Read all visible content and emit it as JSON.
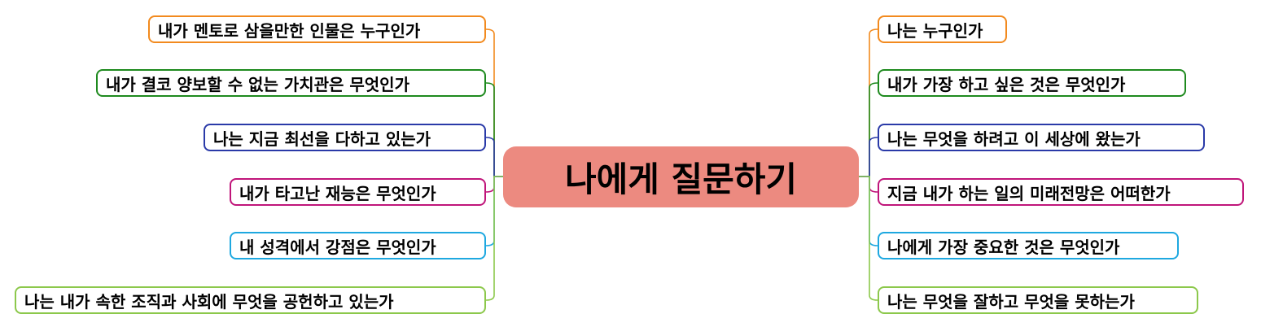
{
  "center": {
    "title": "나에게 질문하기",
    "color": "#ec8a80"
  },
  "left_nodes": [
    {
      "label": "내가 멘토로 삼을만한 인물은 누구인가",
      "color": "#f28a1e"
    },
    {
      "label": "내가 결코 양보할 수 없는 가치관은 무엇인가",
      "color": "#1e8a1e"
    },
    {
      "label": "나는 지금 최선을 다하고 있는가",
      "color": "#2a3aa8"
    },
    {
      "label": "내가 타고난 재능은 무엇인가",
      "color": "#c0157a"
    },
    {
      "label": "내 성격에서 강점은 무엇인가",
      "color": "#1ea8e0"
    },
    {
      "label": "나는 내가 속한 조직과 사회에 무엇을 공헌하고 있는가",
      "color": "#8cc84b"
    }
  ],
  "right_nodes": [
    {
      "label": "나는 누구인가",
      "color": "#f28a1e"
    },
    {
      "label": "내가 가장 하고 싶은 것은 무엇인가",
      "color": "#1e8a1e"
    },
    {
      "label": "나는 무엇을 하려고 이 세상에 왔는가",
      "color": "#2a3aa8"
    },
    {
      "label": "지금 내가 하는 일의 미래전망은 어떠한가",
      "color": "#c0157a"
    },
    {
      "label": "나에게 가장 중요한 것은 무엇인가",
      "color": "#1ea8e0"
    },
    {
      "label": "나는 무엇을 잘하고 무엇을 못하는가",
      "color": "#8cc84b"
    }
  ]
}
